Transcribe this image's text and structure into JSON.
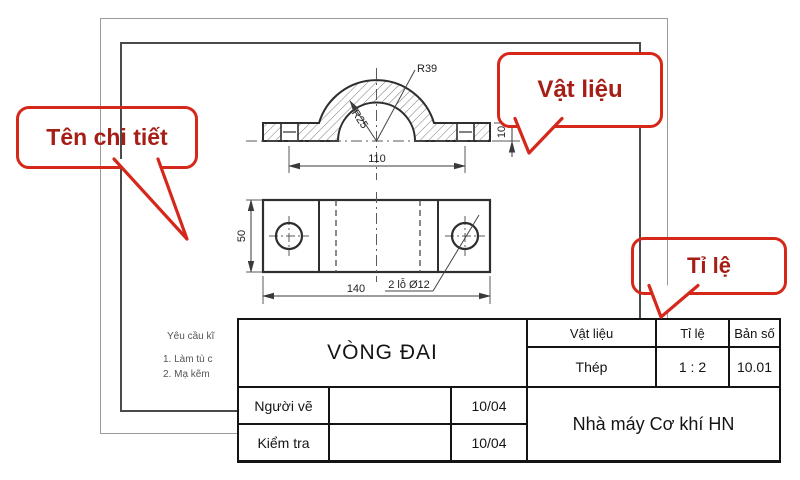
{
  "callouts": {
    "part_name": {
      "label": "Tên chi tiết"
    },
    "material": {
      "label": "Vật liệu"
    },
    "scale": {
      "label": "Tỉ lệ"
    }
  },
  "front_view": {
    "radius_outer": "R39",
    "radius_inner": "R25",
    "dim_width": "110",
    "dim_thickness": "10"
  },
  "top_view": {
    "dim_height": "50",
    "dim_length": "140",
    "holes_label": "2 lỗ Ø12"
  },
  "notes": {
    "line1": "Yêu cầu kĩ",
    "line2": "1. Làm tù c",
    "line3": "2. Mạ kẽm"
  },
  "title_block": {
    "part_name": "VÒNG ĐAI",
    "headers": {
      "material": "Vật liệu",
      "scale": "Tỉ lệ",
      "sheet": "Bản số"
    },
    "values": {
      "material": "Thép",
      "scale": "1 : 2",
      "sheet": "10.01"
    },
    "rows": {
      "drawer_label": "Người vẽ",
      "drawer_date": "10/04",
      "checker_label": "Kiểm tra",
      "checker_date": "10/04"
    },
    "factory": "Nhà máy Cơ khí HN"
  },
  "colors": {
    "callout_red": "#d5281a",
    "callout_text_red": "#a51f16",
    "drawing_line": "#2e2e2e",
    "frame_gray": "#9a9a9a",
    "table_line": "#141414"
  }
}
